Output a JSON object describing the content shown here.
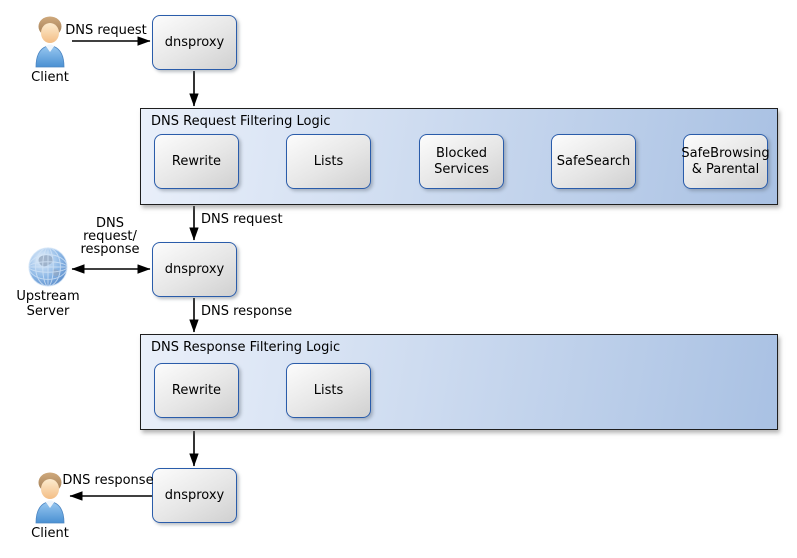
{
  "colors": {
    "box_border": "#2a5caa",
    "box_fill_top": "#fcfcfc",
    "box_fill_bottom": "#d0d0d0",
    "container_fill_left": "#eaf0fa",
    "container_fill_right": "#a9c1e3",
    "container_border": "#1f1f1f",
    "arrow": "#000000",
    "text": "#000000",
    "globe_blue": "#6aa0dc",
    "shirt_blue": "#5d9fe0",
    "hair_brown": "#b7946b",
    "skin_tone": "#fbd9ae"
  },
  "nodes": {
    "client_top": {
      "label": "Client"
    },
    "dnsproxy_1": {
      "label": "dnsproxy"
    },
    "dnsproxy_2": {
      "label": "dnsproxy"
    },
    "dnsproxy_3": {
      "label": "dnsproxy"
    },
    "upstream": {
      "label": "Upstream Server"
    },
    "client_bottom": {
      "label": "Client"
    }
  },
  "containers": {
    "request": {
      "title": "DNS Request Filtering Logic",
      "boxes": [
        "Rewrite",
        "Lists",
        "Blocked Services",
        "SafeSearch",
        "SafeBrowsing & Parental"
      ]
    },
    "response": {
      "title": "DNS Response Filtering Logic",
      "boxes": [
        "Rewrite",
        "Lists"
      ]
    }
  },
  "edge_labels": {
    "client_to_proxy1": "DNS request",
    "container1_to_proxy2": "DNS request",
    "upstream_link": "DNS\nrequest/\nresponse",
    "proxy2_to_container2": "DNS response",
    "proxy3_to_client": "DNS response"
  }
}
